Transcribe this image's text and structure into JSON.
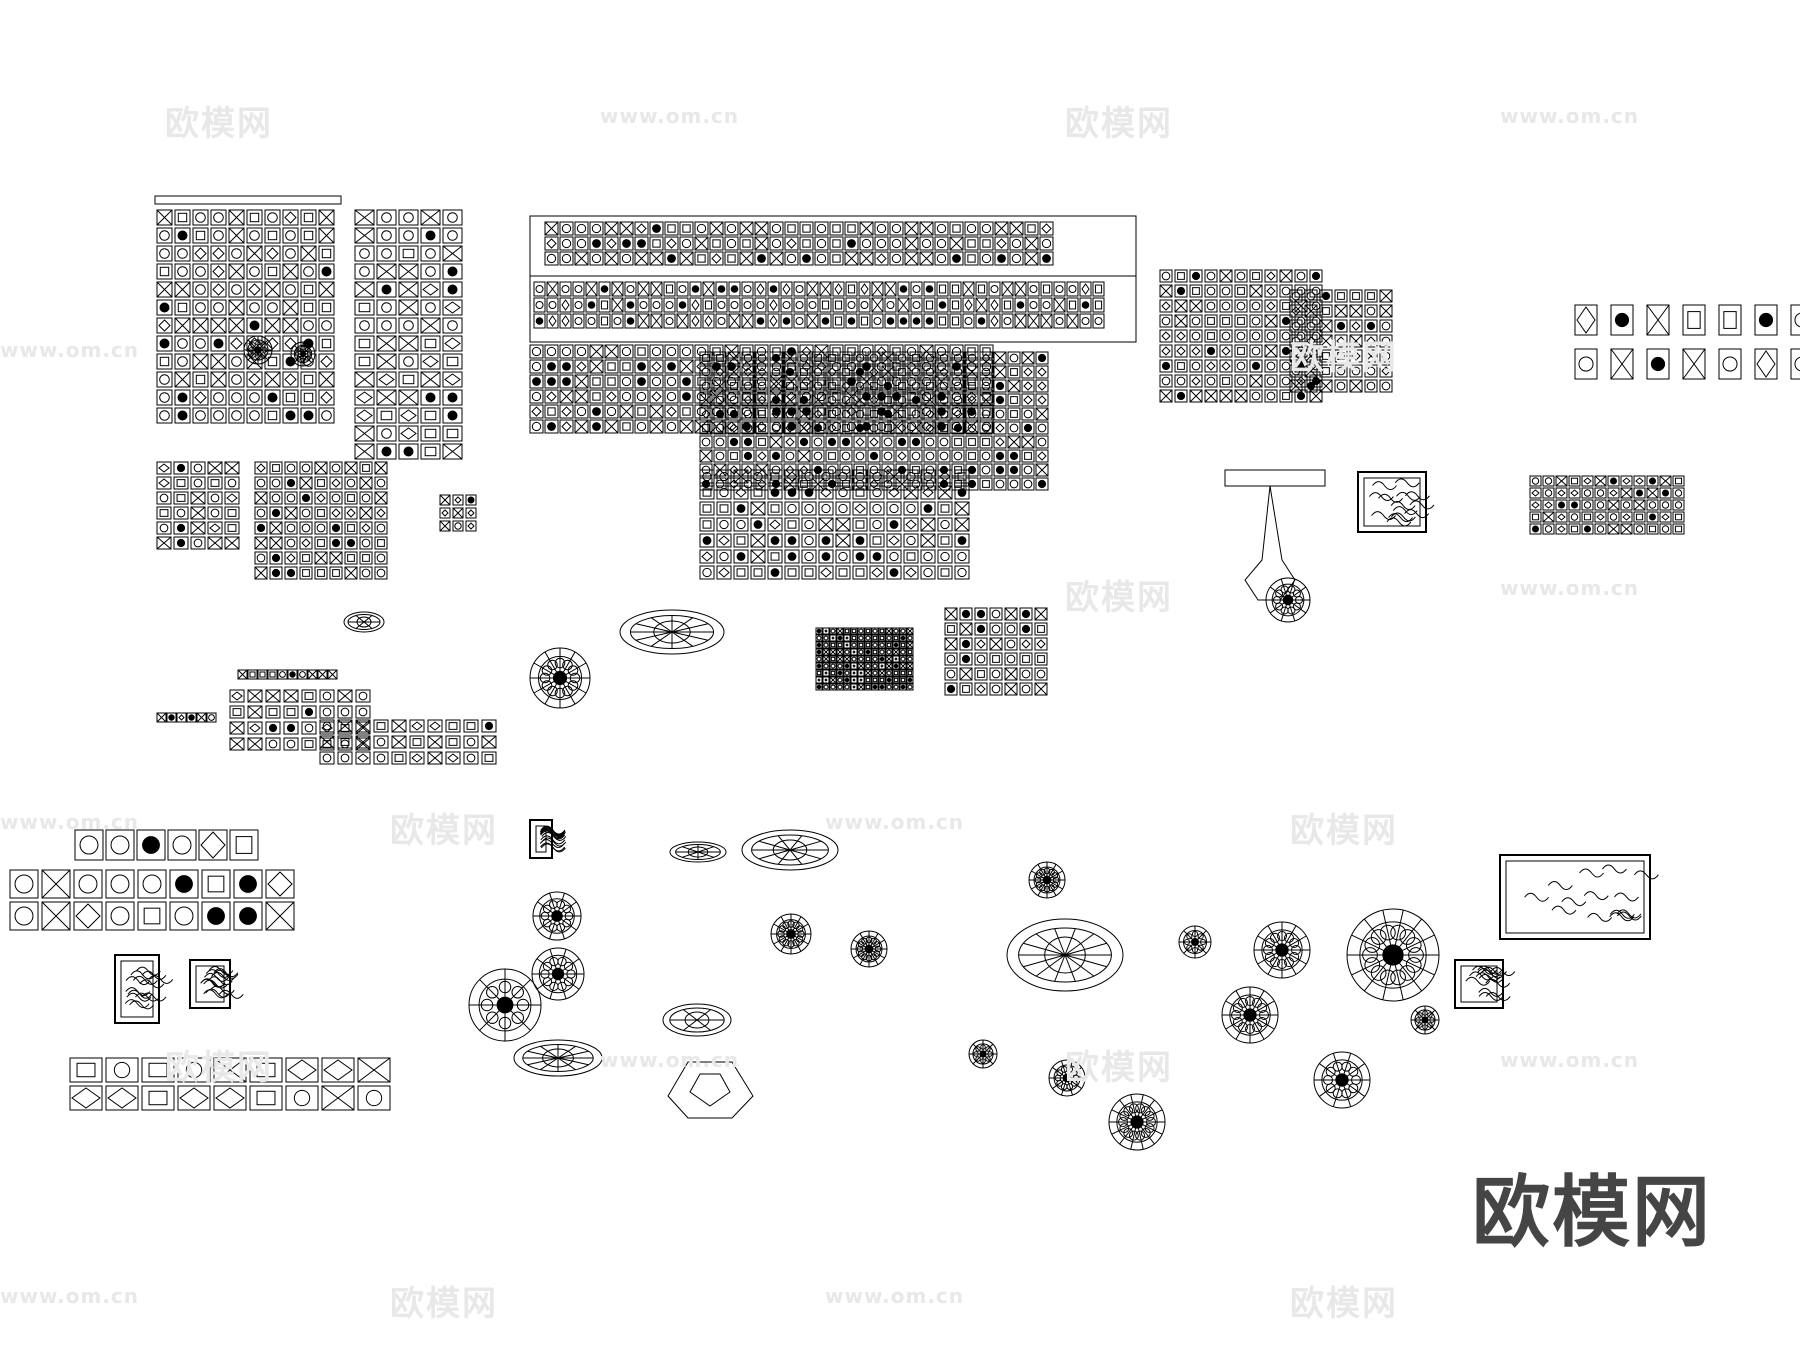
{
  "brand": {
    "logo_text": "欧模网"
  },
  "watermark": {
    "text": "欧模网",
    "url": "www.om.cn"
  },
  "colors": {
    "line": "#000000",
    "background": "#ffffff",
    "watermark": "#e8e8e8",
    "brand": "#454545"
  }
}
